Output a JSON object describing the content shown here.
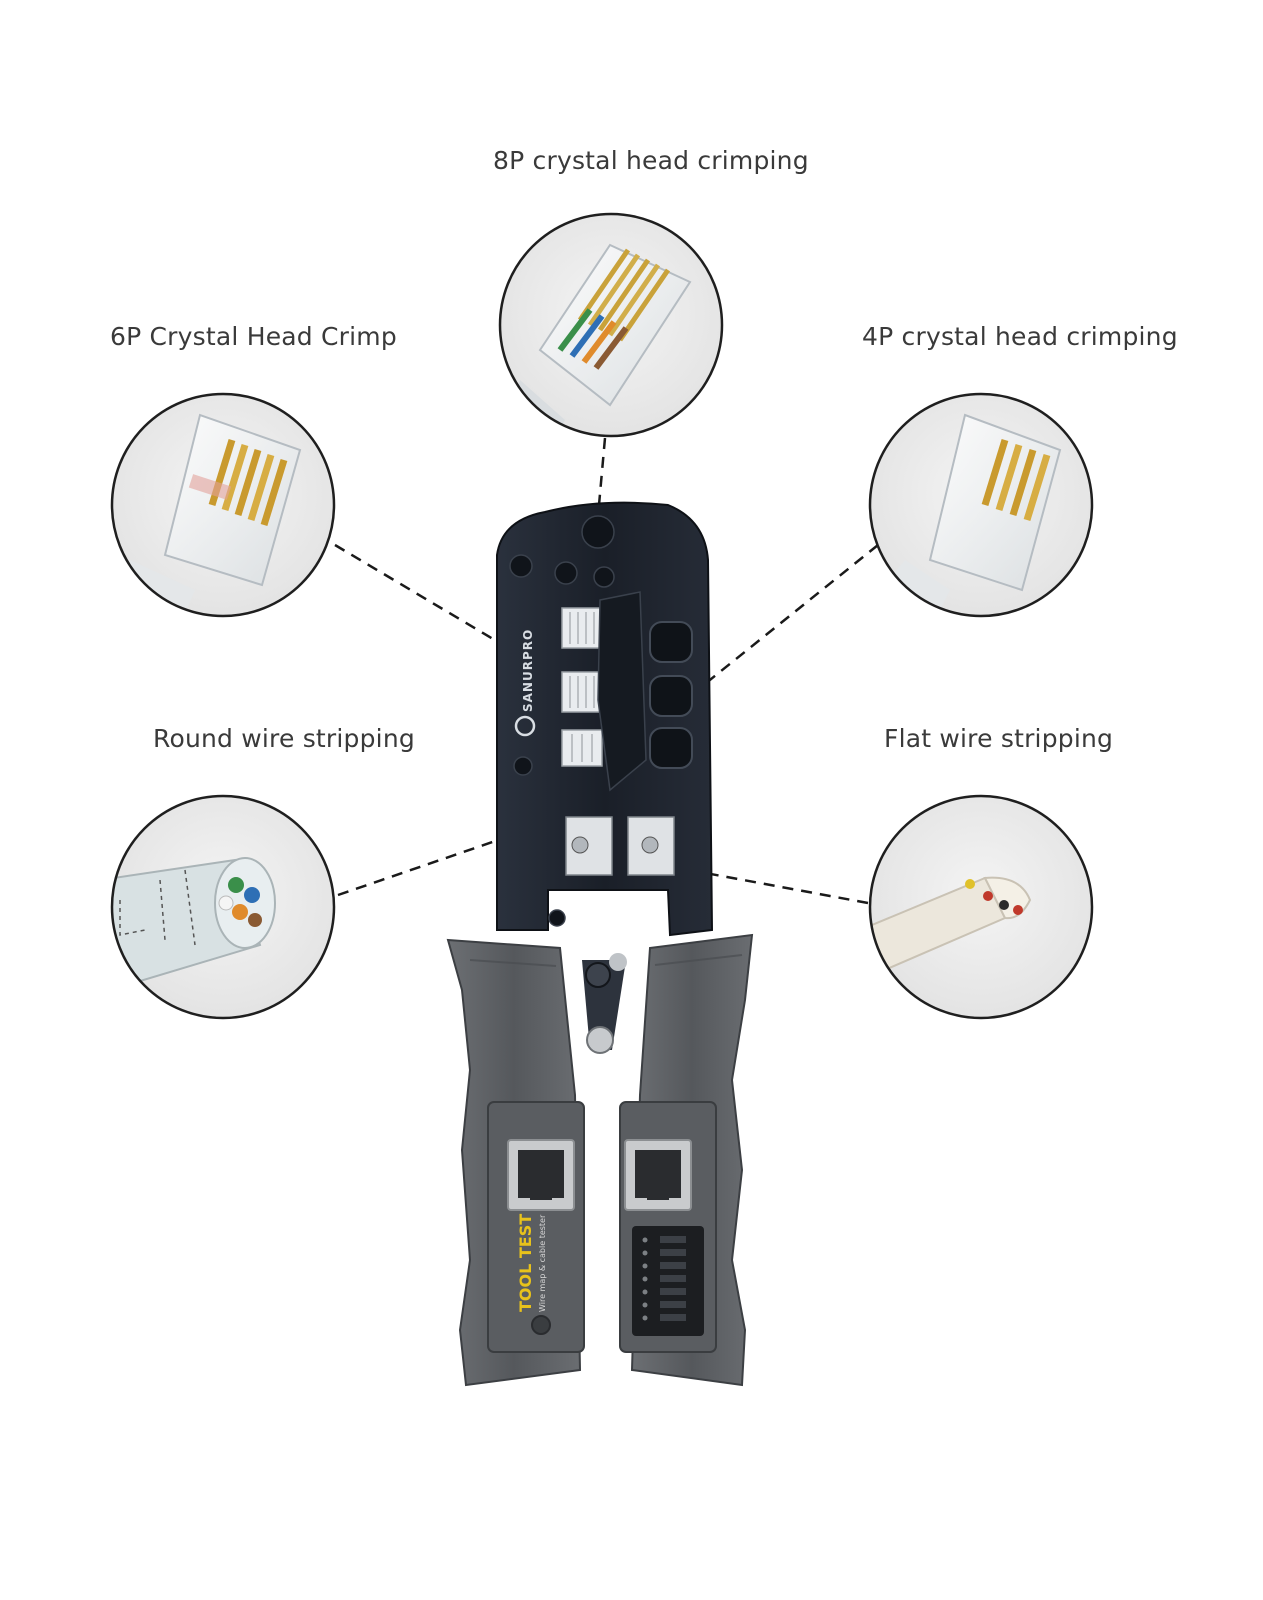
{
  "labels": {
    "crimp_8p": "8P crystal head crimping",
    "crimp_6p": "6P Crystal Head Crimp",
    "crimp_4p": "4P crystal head crimping",
    "round_strip": "Round wire stripping",
    "flat_strip": "Flat wire stripping"
  },
  "tool": {
    "brand": "SANURPRO",
    "tester_name": "TOOL TEST",
    "tester_subtitle": "Wire map & cable tester"
  },
  "colors": {
    "background": "#ffffff",
    "label_text": "#3a3a3a",
    "callout_fill": "#ececec",
    "callout_border": "#1f1f1f",
    "tool_head": "#1d232e",
    "handle": "#5b5e62",
    "tester_accent": "#e8c21b"
  },
  "icons": [
    "rj45-8p-plug-icon",
    "rj12-6p-plug-icon",
    "rj11-4p-plug-icon",
    "round-cable-icon",
    "flat-cable-icon",
    "crimping-tool-icon"
  ]
}
